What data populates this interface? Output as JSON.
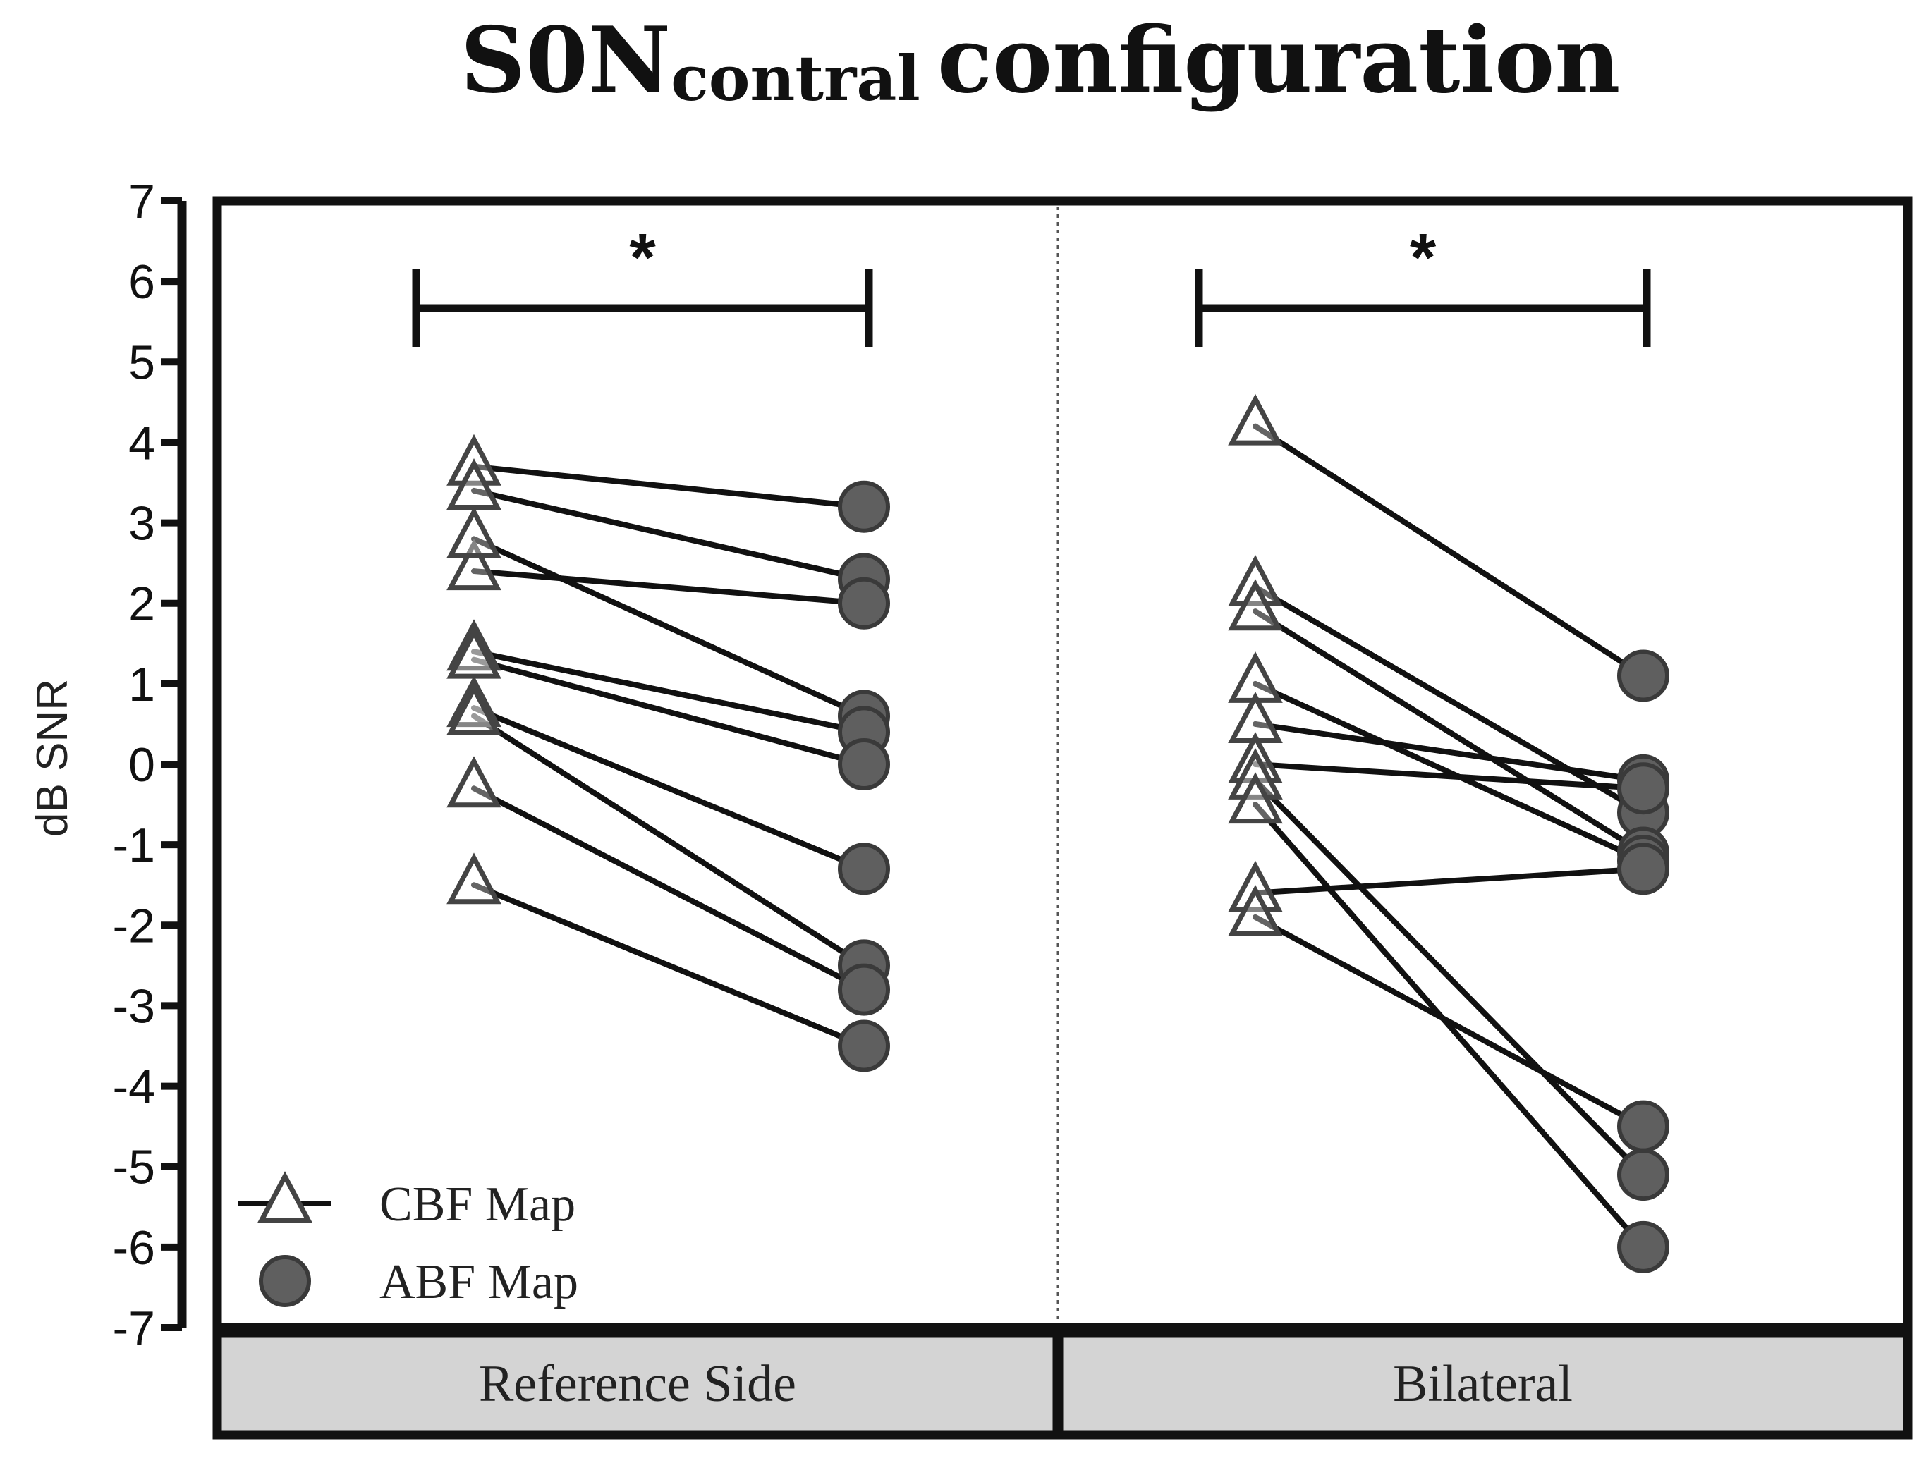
{
  "chart_data": {
    "type": "line",
    "title_main": "S0N",
    "title_sub": "contral",
    "title_rest": "configuration",
    "ylabel": "dB  SNR",
    "ylim": [
      -7,
      7
    ],
    "yticks": [
      "7",
      "6",
      "5",
      "4",
      "3",
      "2",
      "1",
      "0",
      "-1",
      "-2",
      "-3",
      "-4",
      "-5",
      "-6",
      "-7"
    ],
    "legend": [
      {
        "label": "CBF Map",
        "marker": "triangle"
      },
      {
        "label": "ABF Map",
        "marker": "circle"
      }
    ],
    "colors": {
      "line": "#111111",
      "circle_fill": "#5f5f5f",
      "triangle_stroke": "#444444",
      "panel_bg": "#d4d4d4"
    },
    "panels": [
      {
        "label": "Reference Side",
        "significance": "*",
        "pairs": [
          {
            "cbf": 3.7,
            "abf": 3.2
          },
          {
            "cbf": 3.4,
            "abf": 2.3
          },
          {
            "cbf": 2.4,
            "abf": 2.0
          },
          {
            "cbf": 2.8,
            "abf": 0.6
          },
          {
            "cbf": 1.4,
            "abf": 0.4
          },
          {
            "cbf": 1.3,
            "abf": 0.0
          },
          {
            "cbf": 0.7,
            "abf": -1.3
          },
          {
            "cbf": 0.6,
            "abf": -2.5
          },
          {
            "cbf": -0.3,
            "abf": -2.8
          },
          {
            "cbf": -1.5,
            "abf": -3.5
          }
        ]
      },
      {
        "label": "Bilateral",
        "significance": "*",
        "pairs": [
          {
            "cbf": 4.2,
            "abf": 1.1
          },
          {
            "cbf": 2.2,
            "abf": -0.6
          },
          {
            "cbf": 1.9,
            "abf": -1.1
          },
          {
            "cbf": 1.0,
            "abf": -1.2
          },
          {
            "cbf": 0.5,
            "abf": -0.2
          },
          {
            "cbf": 0.0,
            "abf": -0.3
          },
          {
            "cbf": -0.2,
            "abf": -5.1
          },
          {
            "cbf": -0.5,
            "abf": -6.0
          },
          {
            "cbf": -1.6,
            "abf": -1.3
          },
          {
            "cbf": -1.9,
            "abf": -4.5
          }
        ]
      }
    ]
  }
}
